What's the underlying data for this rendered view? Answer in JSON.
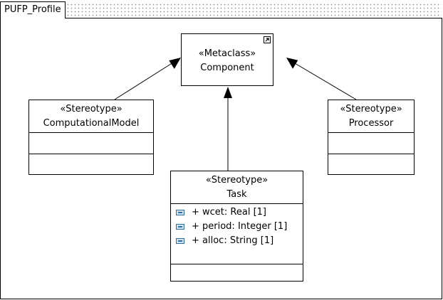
{
  "package": {
    "name": "PUFP_Profile"
  },
  "metaclass": {
    "stereotype": "«Metaclass»",
    "name": "Component",
    "icon": "link-corner-icon"
  },
  "stereotypes": {
    "computational_model": {
      "stereotype": "«Stereotype»",
      "name": "ComputationalModel"
    },
    "processor": {
      "stereotype": "«Stereotype»",
      "name": "Processor"
    },
    "task": {
      "stereotype": "«Stereotype»",
      "name": "Task",
      "attributes": [
        {
          "text": "+ wcet: Real [1]",
          "icon": "attribute-icon"
        },
        {
          "text": "+ period: Integer [1]",
          "icon": "attribute-icon"
        },
        {
          "text": "+ alloc: String [1]",
          "icon": "attribute-icon"
        }
      ]
    }
  },
  "colors": {
    "line": "#000000",
    "attribute_icon": "#2f6f9f"
  }
}
